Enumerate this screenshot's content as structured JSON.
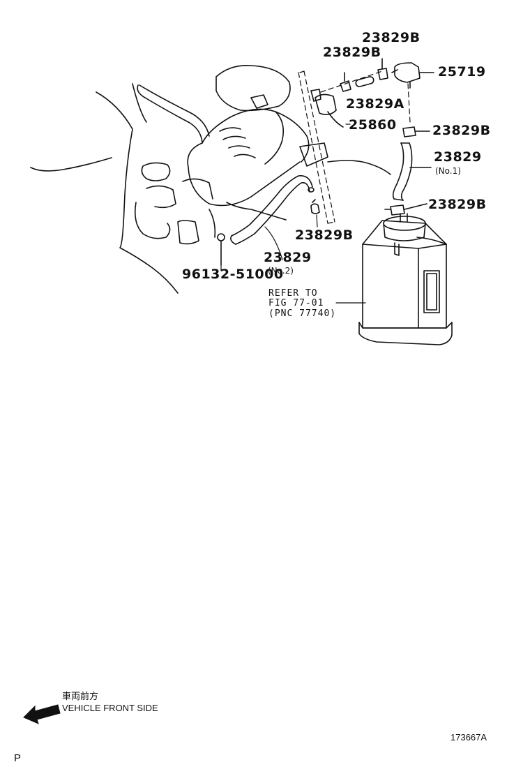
{
  "parts": {
    "p23829b_top": "23829B",
    "p23829b_left": "23829B",
    "p25719": "25719",
    "p23829a": "23829A",
    "p25860": "25860",
    "p23829b_right1": "23829B",
    "p23829_no1": "23829",
    "p23829_no1_sub": "(No.1)",
    "p23829b_right2": "23829B",
    "p23829b_mid": "23829B",
    "p23829_no2": "23829",
    "p23829_no2_sub": "(No.2)",
    "p96132": "96132-51000"
  },
  "reference": {
    "line1": "REFER TO",
    "line2": "FIG 77-01",
    "line3": "(PNC 77740)"
  },
  "orientation": {
    "japanese": "車両前方",
    "english": "VEHICLE FRONT SIDE",
    "icon": "arrow-left-icon"
  },
  "figure_number": "173667A",
  "corner_mark": "P"
}
